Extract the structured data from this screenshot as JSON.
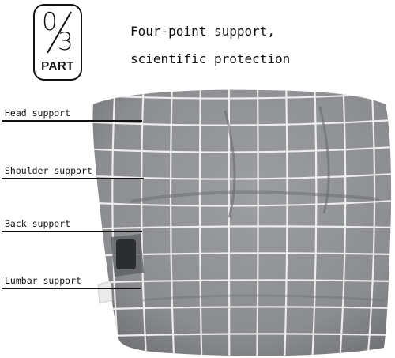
{
  "badge": {
    "numerator": "0",
    "denominator": "3",
    "label": "PART"
  },
  "headline": {
    "line1": "Four-point support,",
    "line2": "scientific protection"
  },
  "callouts": [
    {
      "label": "Head support"
    },
    {
      "label": "Shoulder support"
    },
    {
      "label": "Back support"
    },
    {
      "label": "Lumbar support"
    }
  ],
  "colors": {
    "fabric": "#8f9194",
    "fabric_dark": "#6f7174",
    "grid_line": "#f2f2f2",
    "text": "#111111"
  }
}
